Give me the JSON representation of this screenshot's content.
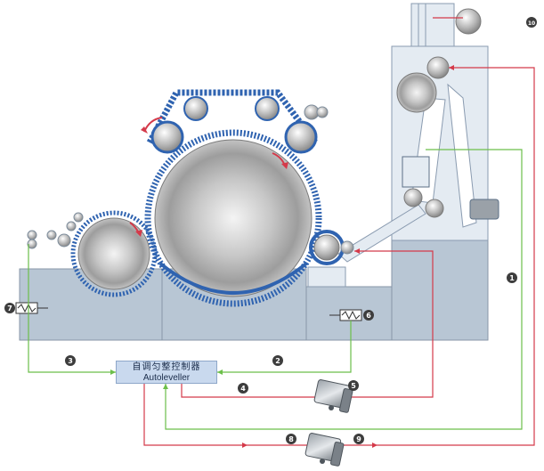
{
  "controller": {
    "label_cn": "自调匀整控制器",
    "label_en": "Autoleveller"
  },
  "markers": [
    "1",
    "2",
    "3",
    "4",
    "5",
    "6",
    "7",
    "8",
    "9",
    "10"
  ],
  "colors": {
    "machine_body": "#b8c6d4",
    "frame_light": "#e4ebf2",
    "outline": "#5b6f86",
    "clothing_blue": "#2f63b0",
    "signal_green": "#6cbf4a",
    "signal_red": "#d43a4a",
    "controller_fill": "#c9d9ee",
    "marker_fill": "#3d3d3d"
  }
}
